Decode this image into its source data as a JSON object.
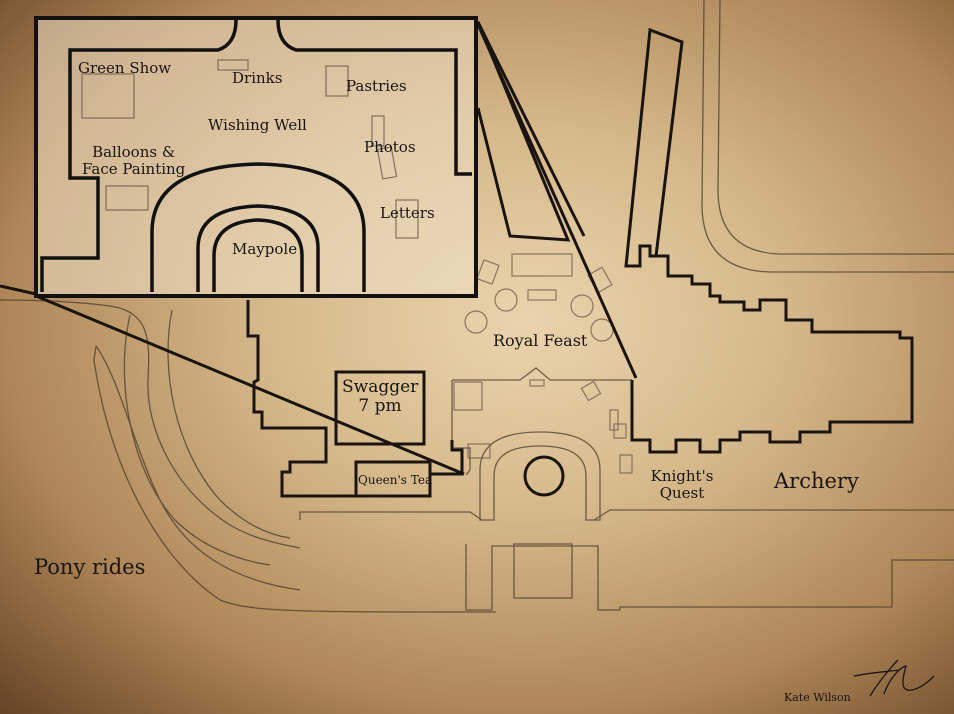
{
  "labels": {
    "green_show": "Green Show",
    "drinks": "Drinks",
    "pastries": "Pastries",
    "wishing_well": "Wishing Well",
    "balloons_line1": "Balloons &",
    "balloons_line2": "Face Painting",
    "photos": "Photos",
    "letters": "Letters",
    "maypole": "Maypole",
    "royal_feast": "Royal Feast",
    "swagger_line1": "Swagger",
    "swagger_line2": "7 pm",
    "queens_tea": "Queen's Tea",
    "knights_line1": "Knight's",
    "knights_line2": "Quest",
    "archery": "Archery",
    "pony_rides": "Pony rides"
  },
  "signature": {
    "name": "Kate Wilson"
  },
  "colors": {
    "ink": "#1a1410",
    "faint_ink": "#5a4a3a",
    "parchment": "#d8bf92"
  }
}
